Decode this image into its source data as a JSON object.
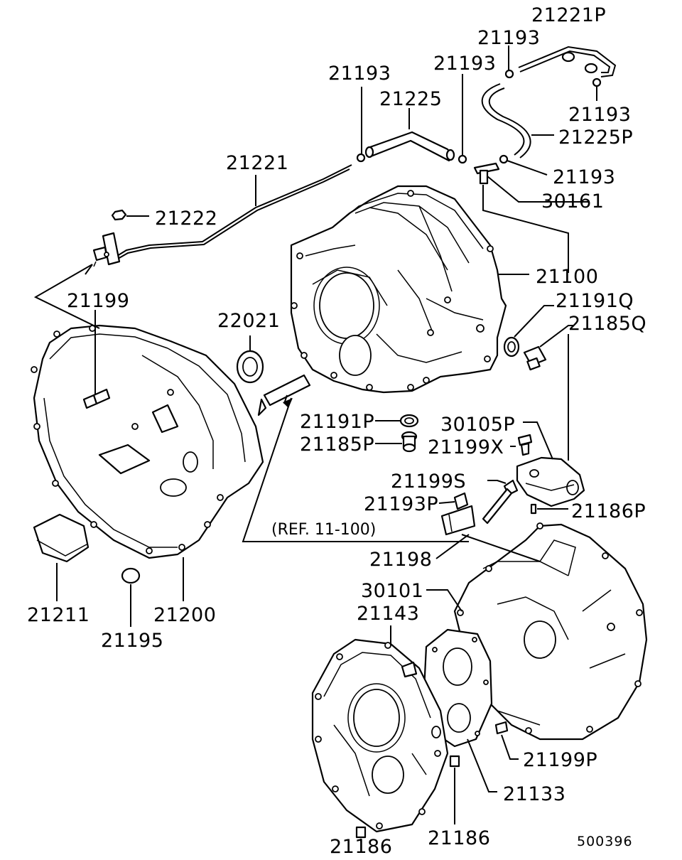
{
  "labels": {
    "p21221P": "21221P",
    "p21193_a": "21193",
    "p21193_b": "21193",
    "p21193_c": "21193",
    "p21193_d": "21193",
    "p21193_e": "21193",
    "p21225": "21225",
    "p21225P": "21225P",
    "p21221": "21221",
    "p30161": "30161",
    "p21222": "21222",
    "p21100": "21100",
    "p21199": "21199",
    "p22021": "22021",
    "p21191Q": "21191Q",
    "p21185Q": "21185Q",
    "p21191P": "21191P",
    "p21185P": "21185P",
    "p30105P": "30105P",
    "p21199X": "21199X",
    "p21199S": "21199S",
    "p21193P": "21193P",
    "p21186P": "21186P",
    "ref": "(REF. 11-100)",
    "p21198": "21198",
    "p30101": "30101",
    "p21143": "21143",
    "p21211": "21211",
    "p21200": "21200",
    "p21195": "21195",
    "p21199P": "21199P",
    "p21133": "21133",
    "p21186_a": "21186",
    "p21186_b": "21186"
  },
  "diagram_code": "500396"
}
